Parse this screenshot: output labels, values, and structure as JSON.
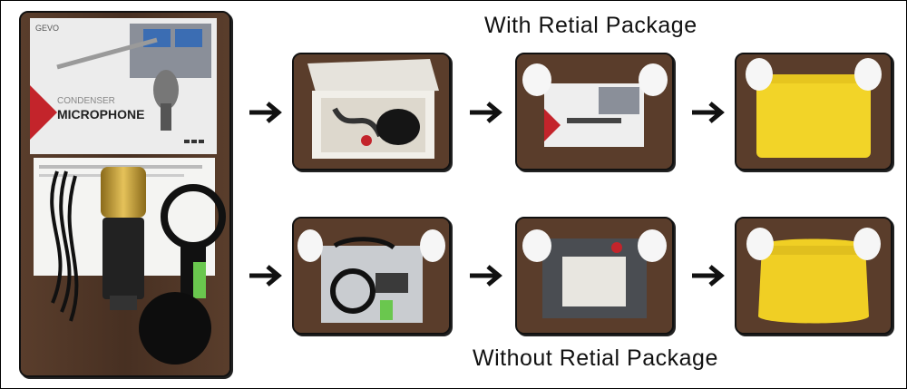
{
  "captions": {
    "top": "With Retial Package",
    "bottom": "Without Retial Package"
  },
  "box": {
    "brand": "GEVO",
    "line1": "CONDENSER",
    "line2": "MICROPHONE"
  },
  "colors": {
    "table_wood": "#5b3e2c",
    "mailer_yellow": "#f2d428",
    "box_white": "#eeeeee",
    "brand_red": "#c3242b",
    "arrow": "#111111"
  }
}
